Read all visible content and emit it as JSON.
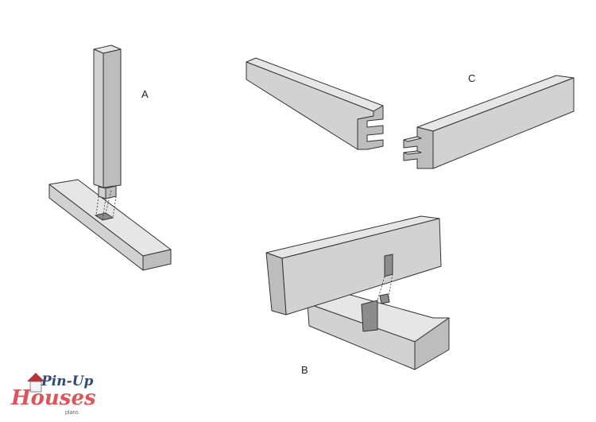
{
  "labels": {
    "a": "A",
    "b": "B",
    "c": "C"
  },
  "logo": {
    "line1": "Pin-Up",
    "line2": "Houses",
    "line3": "plans"
  }
}
